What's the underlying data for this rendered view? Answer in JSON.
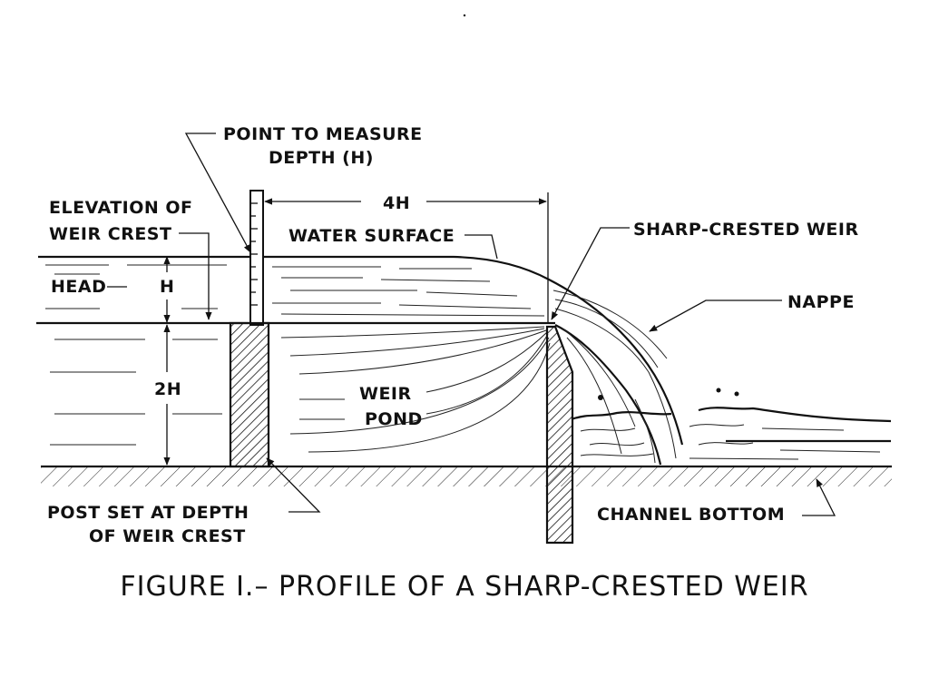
{
  "labels": {
    "point_to_measure_1": "POINT TO MEASURE",
    "point_to_measure_2": "DEPTH (H)",
    "elevation_1": "ELEVATION OF",
    "elevation_2": "WEIR CREST",
    "dim_4h": "4H",
    "water_surface": "WATER SURFACE",
    "sharp_crested_weir": "SHARP-CRESTED WEIR",
    "nappe": "NAPPE",
    "head": "HEAD",
    "h": "H",
    "two_h": "2H",
    "weir_pond_1": "WEIR",
    "weir_pond_2": "POND",
    "post_1": "POST SET AT DEPTH",
    "post_2": "OF WEIR CREST",
    "channel_bottom": "CHANNEL BOTTOM"
  },
  "caption": "FIGURE I.– PROFILE OF A SHARP-CRESTED WEIR",
  "colors": {
    "ink": "#111111",
    "background": "#ffffff"
  }
}
